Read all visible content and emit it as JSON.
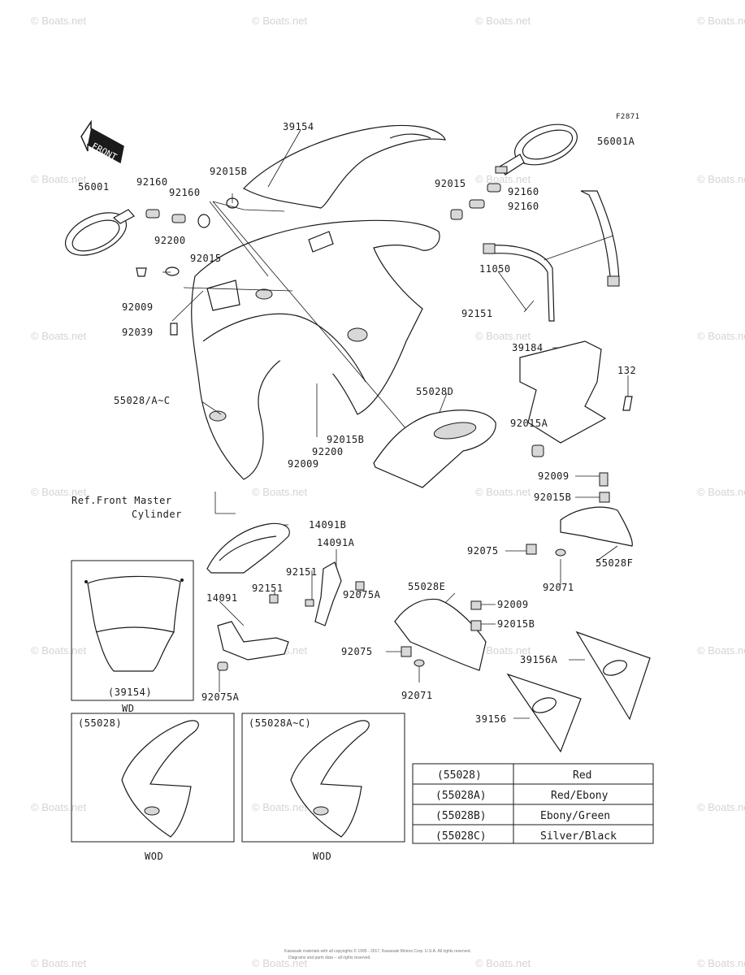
{
  "figure_code": "F2871",
  "front_arrow": "FRONT",
  "watermark": "© Boats.net",
  "callouts": {
    "p39154": "39154",
    "p56001a": "56001A",
    "p56001": "56001",
    "p92160_a": "92160",
    "p92160_b": "92160",
    "p92015b_top": "92015B",
    "p92015_top": "92015",
    "p92160_r1": "92160",
    "p92160_r2": "92160",
    "p92200_top": "92200",
    "p92015_left": "92015",
    "p11050": "11050",
    "p92009_left": "92009",
    "p92151_right": "92151",
    "p92039": "92039",
    "p39184": "39184",
    "p132": "132",
    "p55028ac": "55028/A~C",
    "p55028d": "55028D",
    "p92015a": "92015A",
    "p92015b_mid": "92015B",
    "p92200_mid": "92200",
    "p92009_mid": "92009",
    "p92009_right": "92009",
    "p92015b_right": "92015B",
    "ref_line1": "Ref.Front Master",
    "ref_line2": "Cylinder",
    "p14091b": "14091B",
    "p14091a": "14091A",
    "p92075_right": "92075",
    "p55028f": "55028F",
    "p92071_right": "92071",
    "p92151_mid": "92151",
    "p14091": "14091",
    "p92151_low": "92151",
    "p92075a_mid": "92075A",
    "p55028e": "55028E",
    "p92009_low": "92009",
    "p92015b_low": "92015B",
    "p92075_low": "92075",
    "p92071_low": "92071",
    "p39156a": "39156A",
    "p39156": "39156",
    "p92075a_low": "92075A",
    "wd_ref": "(39154)",
    "wd_label": "WD",
    "wod1_ref": "(55028)",
    "wod1_label": "WOD",
    "wod2_ref": "(55028A~C)",
    "wod2_label": "WOD"
  },
  "color_table": [
    {
      "part": "(55028)",
      "color": "Red"
    },
    {
      "part": "(55028A)",
      "color": "Red/Ebony"
    },
    {
      "part": "(55028B)",
      "color": "Ebony/Green"
    },
    {
      "part": "(55028C)",
      "color": "Silver/Black"
    }
  ],
  "footer_line1": "Kawasaki materials with all copyrights © 1995 - 2017, Kawasaki Motors Corp. U.S.A. All rights reserved.",
  "footer_line2": "Diagrams and parts data -- all rights reserved."
}
